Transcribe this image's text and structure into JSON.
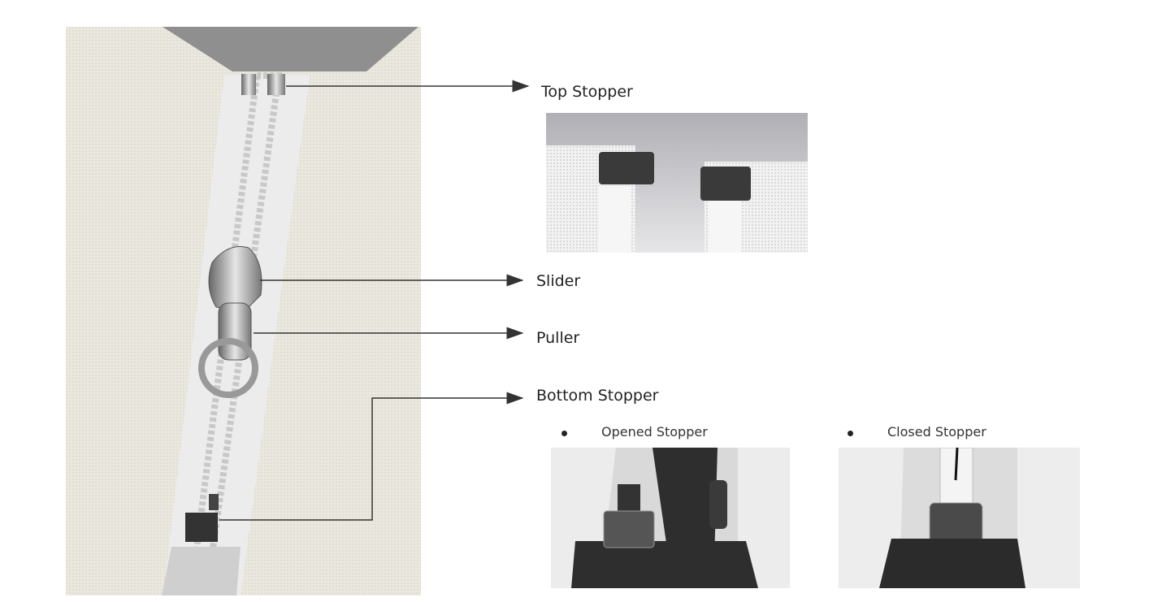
{
  "labels": {
    "top_stopper": "Top Stopper",
    "slider": "Slider",
    "puller": "Puller",
    "bottom_stopper": "Bottom Stopper",
    "opened_stopper": "Opened Stopper",
    "closed_stopper": "Closed Stopper"
  },
  "colors": {
    "fabric": "#e9e7dd",
    "tape": "#eeeeee",
    "metal": "#9a9a9a",
    "leader_line": "#333333",
    "text": "#222222"
  }
}
